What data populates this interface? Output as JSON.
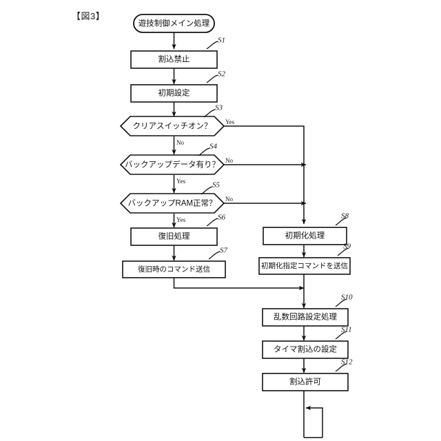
{
  "figure": {
    "label": "【図3】"
  },
  "colors": {
    "stroke": "#111111",
    "fill": "#ffffff",
    "background": "#ffffff"
  },
  "chart_data": {
    "type": "diagram",
    "title": "遊技制御メイン処理 フローチャート",
    "nodes": [
      {
        "id": "start",
        "kind": "terminal",
        "label": "遊技制御メイン処理",
        "step": ""
      },
      {
        "id": "s1",
        "kind": "process",
        "label": "割込禁止",
        "step": "S1"
      },
      {
        "id": "s2",
        "kind": "process",
        "label": "初期設定",
        "step": "S2"
      },
      {
        "id": "s3",
        "kind": "decision",
        "label": "クリアスイッチオン？",
        "step": "S3"
      },
      {
        "id": "s4",
        "kind": "decision",
        "label": "バックアップデータ有り？",
        "step": "S4"
      },
      {
        "id": "s5",
        "kind": "decision",
        "label": "バックアップRAM正常？",
        "step": "S5"
      },
      {
        "id": "s6",
        "kind": "process",
        "label": "復旧処理",
        "step": "S6"
      },
      {
        "id": "s7",
        "kind": "process",
        "label": "復旧時のコマンド送信",
        "step": "S7"
      },
      {
        "id": "s8",
        "kind": "process",
        "label": "初期化処理",
        "step": "S8"
      },
      {
        "id": "s9",
        "kind": "process",
        "label": "初期化指定コマンドを送信",
        "step": "S9"
      },
      {
        "id": "s10",
        "kind": "process",
        "label": "乱数回路設定処理",
        "step": "S10"
      },
      {
        "id": "s11",
        "kind": "process",
        "label": "タイマ割込の設定",
        "step": "S11"
      },
      {
        "id": "s12",
        "kind": "process",
        "label": "割込許可",
        "step": "S12"
      },
      {
        "id": "loop",
        "kind": "loop",
        "label": "",
        "step": ""
      }
    ],
    "branch_labels": [
      {
        "from": "s3",
        "label": "Yes",
        "direction": "right"
      },
      {
        "from": "s3",
        "label": "No",
        "direction": "down"
      },
      {
        "from": "s4",
        "label": "No",
        "direction": "right"
      },
      {
        "from": "s4",
        "label": "Yes",
        "direction": "down"
      },
      {
        "from": "s5",
        "label": "No",
        "direction": "right"
      },
      {
        "from": "s5",
        "label": "Yes",
        "direction": "down"
      }
    ]
  },
  "nodes": {
    "start": {
      "label": "遊技制御メイン処理"
    },
    "s1": {
      "label": "割込禁止",
      "step": "S1"
    },
    "s2": {
      "label": "初期設定",
      "step": "S2"
    },
    "s3": {
      "label": "クリアスイッチオン？",
      "step": "S3"
    },
    "s4": {
      "label": "バックアップデータ有り？",
      "step": "S4"
    },
    "s5": {
      "label": "バックアップRAM正常？",
      "step": "S5"
    },
    "s6": {
      "label": "復旧処理",
      "step": "S6"
    },
    "s7": {
      "label": "復旧時のコマンド送信",
      "step": "S7"
    },
    "s8": {
      "label": "初期化処理",
      "step": "S8"
    },
    "s9": {
      "label": "初期化指定コマンドを送信",
      "step": "S9"
    },
    "s10": {
      "label": "乱数回路設定処理",
      "step": "S10"
    },
    "s11": {
      "label": "タイマ割込の設定",
      "step": "S11"
    },
    "s12": {
      "label": "割込許可",
      "step": "S12"
    }
  },
  "branches": {
    "s3_yes": "Yes",
    "s3_no": "No",
    "s4_no": "No",
    "s4_yes": "Yes",
    "s5_no": "No",
    "s5_yes": "Yes"
  }
}
